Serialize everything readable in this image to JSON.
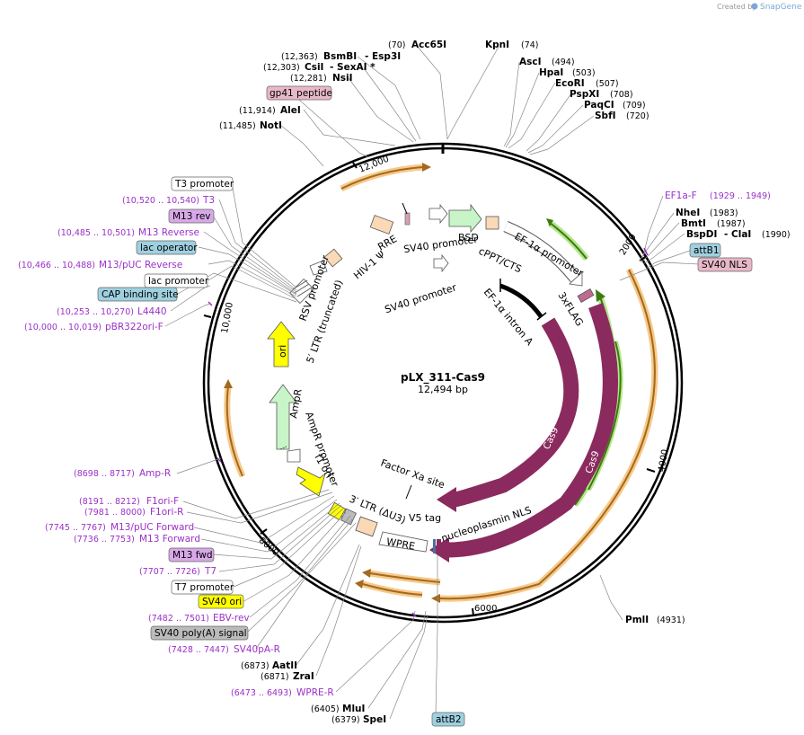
{
  "brand": {
    "created_by": "Created by",
    "name": "SnapGene"
  },
  "plasmid": {
    "name": "pLX_311-Cas9",
    "size": "12,494 bp"
  },
  "ticks": [
    "2000",
    "4000",
    "6000",
    "8000",
    "10,000",
    "12,000"
  ],
  "sites": [
    {
      "name": "KpnI",
      "pos": "(74)"
    },
    {
      "name": "Acc65I",
      "pos": "(70)"
    },
    {
      "name": "BsmBI",
      "extra": "- Esp3I",
      "pos": "(12,363)"
    },
    {
      "name": "CsiI",
      "extra": "- SexAI *",
      "pos": "(12,303)"
    },
    {
      "name": "NsiI",
      "pos": "(12,281)"
    },
    {
      "name": "AleI",
      "pos": "(11,914)"
    },
    {
      "name": "NotI",
      "pos": "(11,485)"
    },
    {
      "name": "AscI",
      "pos": "(494)"
    },
    {
      "name": "HpaI",
      "pos": "(503)"
    },
    {
      "name": "EcoRI",
      "pos": "(507)"
    },
    {
      "name": "PspXI",
      "pos": "(708)"
    },
    {
      "name": "PaqCI",
      "pos": "(709)"
    },
    {
      "name": "SbfI",
      "pos": "(720)"
    },
    {
      "name": "NheI",
      "pos": "(1983)"
    },
    {
      "name": "BmtI",
      "pos": "(1987)"
    },
    {
      "name": "BspDI",
      "extra": "- ClaI",
      "pos": "(1990)"
    },
    {
      "name": "PmlI",
      "pos": "(4931)"
    },
    {
      "name": "AatII",
      "pos": "(6873)"
    },
    {
      "name": "ZraI",
      "pos": "(6871)"
    },
    {
      "name": "MluI",
      "pos": "(6405)"
    },
    {
      "name": "SpeI",
      "pos": "(6379)"
    }
  ],
  "primers": [
    {
      "name": "EF1a-F",
      "pos": "(1929 .. 1949)"
    },
    {
      "name": "T3",
      "pos": "(10,520 .. 10,540)"
    },
    {
      "name": "M13 Reverse",
      "pos": "(10,485 .. 10,501)"
    },
    {
      "name": "M13/pUC Reverse",
      "pos": "(10,466 .. 10,488)"
    },
    {
      "name": "L4440",
      "pos": "(10,253 .. 10,270)"
    },
    {
      "name": "pBR322ori-F",
      "pos": "(10,000 .. 10,019)"
    },
    {
      "name": "Amp-R",
      "pos": "(8698 .. 8717)"
    },
    {
      "name": "F1ori-F",
      "pos": "(8191 .. 8212)"
    },
    {
      "name": "F1ori-R",
      "pos": "(7981 .. 8000)"
    },
    {
      "name": "M13/pUC Forward",
      "pos": "(7745 .. 7767)"
    },
    {
      "name": "M13 Forward",
      "pos": "(7736 .. 7753)"
    },
    {
      "name": "T7",
      "pos": "(7707 .. 7726)"
    },
    {
      "name": "EBV-rev",
      "pos": "(7482 .. 7501)"
    },
    {
      "name": "SV40pA-R",
      "pos": "(7428 .. 7447)"
    },
    {
      "name": "WPRE-R",
      "pos": "(6473 .. 6493)"
    }
  ],
  "boxed_labels": {
    "gp41": "gp41 peptide",
    "t3_promoter": "T3 promoter",
    "m13_rev": "M13 rev",
    "lac_operator": "lac operator",
    "lac_promoter": "lac promoter",
    "cap": "CAP binding site",
    "attb1": "attB1",
    "sv40_nls": "SV40 NLS",
    "m13_fwd": "M13 fwd",
    "t7_promoter": "T7 promoter",
    "sv40_ori": "SV40 ori",
    "sv40_polya": "SV40 poly(A) signal",
    "attb2": "attB2"
  },
  "features": {
    "rre": "RRE",
    "hiv": "HIV-1 Ψ",
    "sv40_promoter_1": "SV40 promoter",
    "sv40_promoter_2": "SV40 promoter",
    "bsd": "BSD",
    "cppt": "cPPT/CTS",
    "ef1a_promoter": "EF-1α promoter",
    "ef1a_intron": "EF-1α intron A",
    "threeflag": "3xFLAG",
    "rsv": "RSV promoter",
    "ltr5": "5′ LTR (truncated)",
    "ori": "ori",
    "ampr_promoter": "AmpR promoter",
    "ampr": "AmpR",
    "f1ori": "f1 ori",
    "cas9_inner": "Cas9",
    "cas9_outer": "Cas9",
    "factor_xa": "Factor Xa site",
    "ltr3": "3′ LTR (ΔU3)",
    "v5": "V5 tag",
    "nls": "nucleoplasmin NLS",
    "wpre": "WPRE"
  },
  "colors": {
    "cas9": "#8b2a5e",
    "orf_orange": "#f0a94a",
    "orf_green": "#7ec43a",
    "ori_yellow": "#ffff00",
    "amp_green": "#c8f5c8",
    "primer": "#9b30c8",
    "attb_blue": "#9fd0e0",
    "nls_pink": "#e8b8c8",
    "polya_gray": "#bbbbbb",
    "ltr_peach": "#fbd9b6"
  }
}
